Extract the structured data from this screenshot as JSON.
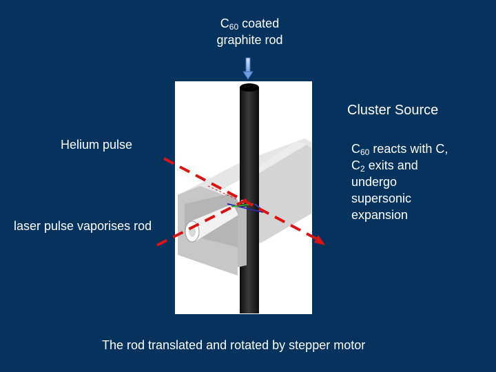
{
  "labels": {
    "top": {
      "prefix": "C",
      "sub": "60",
      "line1_rest": " coated",
      "line2": "graphite rod"
    },
    "helium": "Helium pulse",
    "laser": "laser pulse vaporises rod",
    "cluster_source": "Cluster Source",
    "reacts": {
      "prefix": "C",
      "sub": "60",
      "part1": " reacts with C, C",
      "sub2": "2",
      "part2": " exits and undergo supersonic expansion"
    },
    "bottom": "The rod translated and rotated by stepper motor"
  },
  "colors": {
    "background": "#06335e",
    "beam": "#d91414",
    "rod": "#1c1c1c",
    "block": "#c9c9c9",
    "panel": "#ffffff",
    "arrow": "#8fb8ee"
  }
}
